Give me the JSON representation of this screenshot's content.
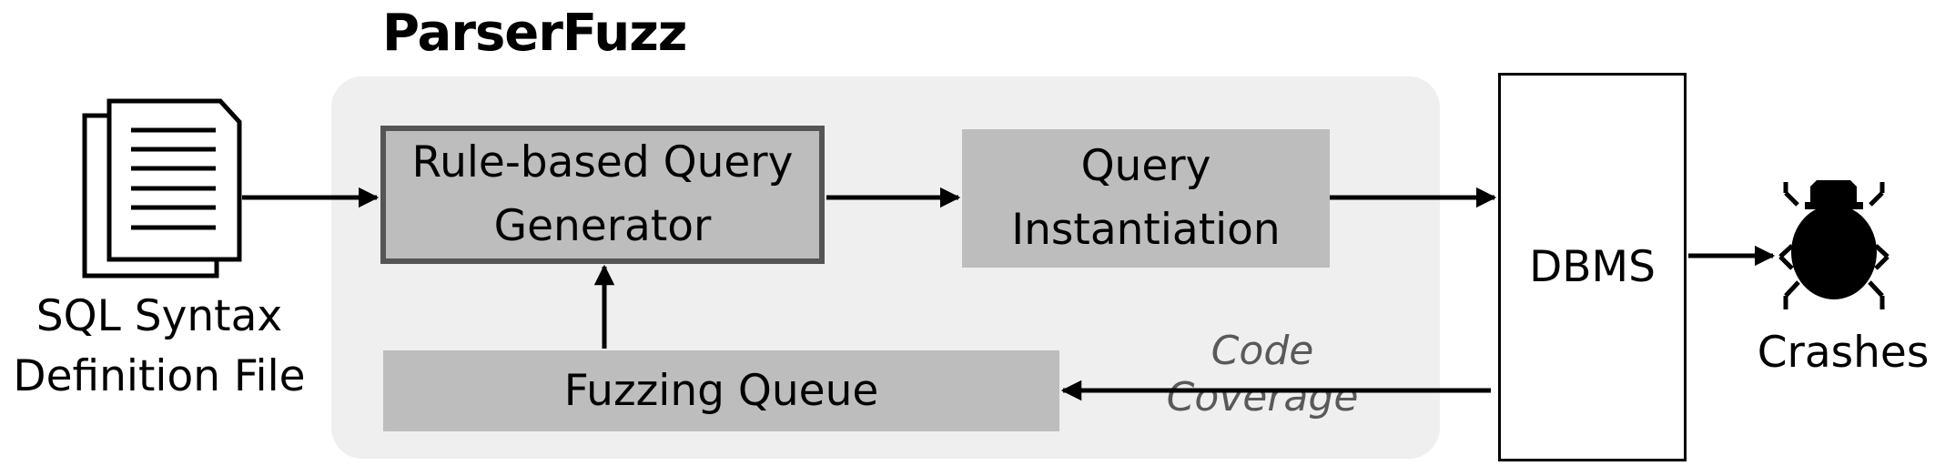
{
  "title": "ParserFuzz",
  "input": {
    "label_line1": "SQL Syntax",
    "label_line2": "Definition File",
    "icon": "document-icon"
  },
  "components": {
    "rule_based_generator": {
      "line1": "Rule-based Query",
      "line2": "Generator"
    },
    "query_instantiation": {
      "line1": "Query",
      "line2": "Instantiation"
    },
    "fuzzing_queue": {
      "label": "Fuzzing Queue"
    }
  },
  "dbms": {
    "label": "DBMS"
  },
  "output": {
    "label": "Crashes",
    "icon": "bug-icon"
  },
  "feedback": {
    "label": "Code Coverage"
  },
  "colors": {
    "panel": "#efefef",
    "box": "#bdbdbd",
    "highlight_border": "#555555",
    "feedback_text": "#595959"
  }
}
